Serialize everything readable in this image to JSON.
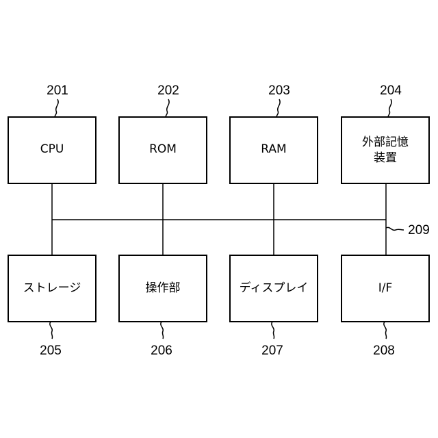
{
  "diagram": {
    "blocks": [
      {
        "ref": "201",
        "label": "CPU"
      },
      {
        "ref": "202",
        "label": "ROM"
      },
      {
        "ref": "203",
        "label": "RAM"
      },
      {
        "ref": "204",
        "label_line1": "外部記憶",
        "label_line2": "装置"
      },
      {
        "ref": "205",
        "label": "ストレージ"
      },
      {
        "ref": "206",
        "label": "操作部"
      },
      {
        "ref": "207",
        "label": "ディスプレイ"
      },
      {
        "ref": "208",
        "label": "I/F"
      }
    ],
    "bus": {
      "ref": "209"
    }
  }
}
